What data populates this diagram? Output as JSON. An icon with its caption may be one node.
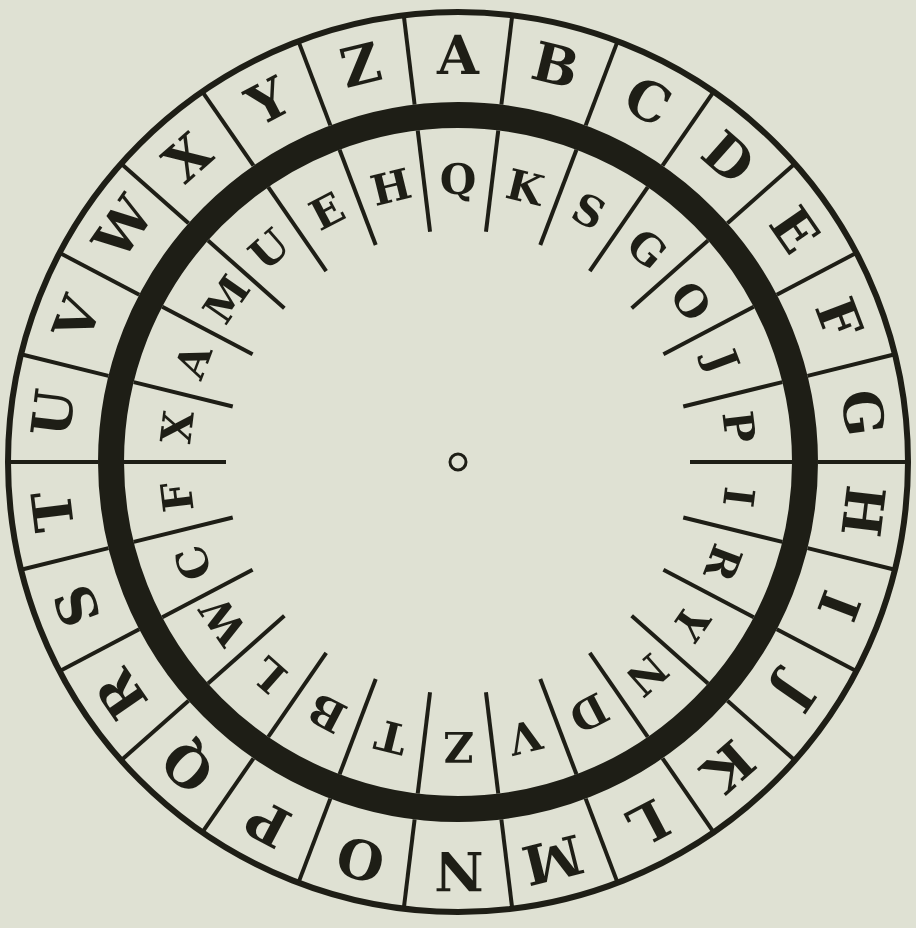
{
  "diagram": {
    "labels": [
      "A",
      "B",
      "C",
      "D",
      "E",
      "F",
      "G",
      "H",
      "I",
      "J",
      "K",
      "L",
      "M",
      "N",
      "O",
      "P",
      "Q",
      "R",
      "S",
      "T",
      "U",
      "V",
      "W",
      "X",
      "Y",
      "Z",
      "Q",
      "K",
      "S",
      "G",
      "O",
      "J",
      "P",
      "I",
      "R",
      "Y",
      "N",
      "D",
      "V",
      "Z",
      "T",
      "B",
      "L",
      "W",
      "C",
      "F",
      "X",
      "A",
      "M",
      "U",
      "E",
      "H"
    ]
  }
}
